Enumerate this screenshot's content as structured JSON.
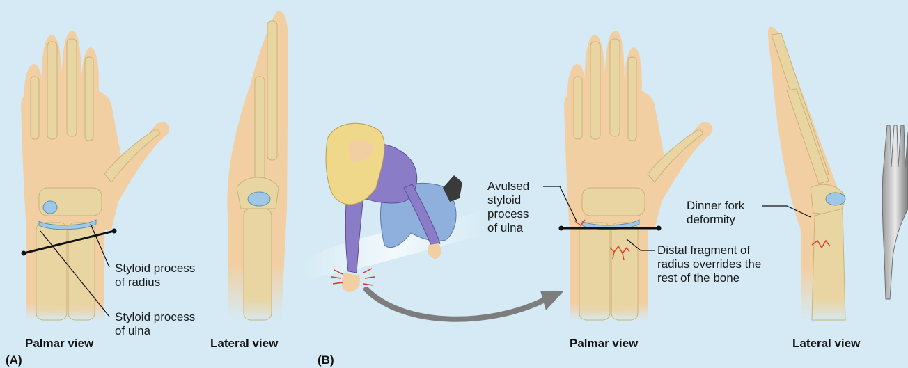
{
  "colors": {
    "background": "#d5eaf4",
    "skin": "#f2cfa3",
    "bone": "#e6d4a0",
    "cartilage": "#9ec8e6",
    "fracture": "#e04030",
    "shirt": "#8a7cc6",
    "jeans": "#8fb0dc",
    "hair": "#f0d88a",
    "arrow": "#7d7d7d"
  },
  "panel_a": {
    "panel_label": "(A)",
    "palmar_view_label": "Palmar view",
    "lateral_view_label": "Lateral view",
    "styloid_radius_line1": "Styloid process",
    "styloid_radius_line2": "of radius",
    "styloid_ulna_line1": "Styloid process",
    "styloid_ulna_line2": "of ulna"
  },
  "panel_b": {
    "panel_label": "(B)",
    "palmar_view_label": "Palmar view",
    "lateral_view_label": "Lateral view",
    "avulsed_lines": [
      "Avulsed",
      "styloid",
      "process",
      "of ulna"
    ],
    "distal_fragment_lines": [
      "Distal fragment of",
      "radius overrides the",
      "rest of the bone"
    ],
    "dinner_fork_lines": [
      "Dinner fork",
      "deformity"
    ]
  },
  "icons": [
    "fork-icon",
    "impact-icon",
    "fall-arrow-icon"
  ]
}
